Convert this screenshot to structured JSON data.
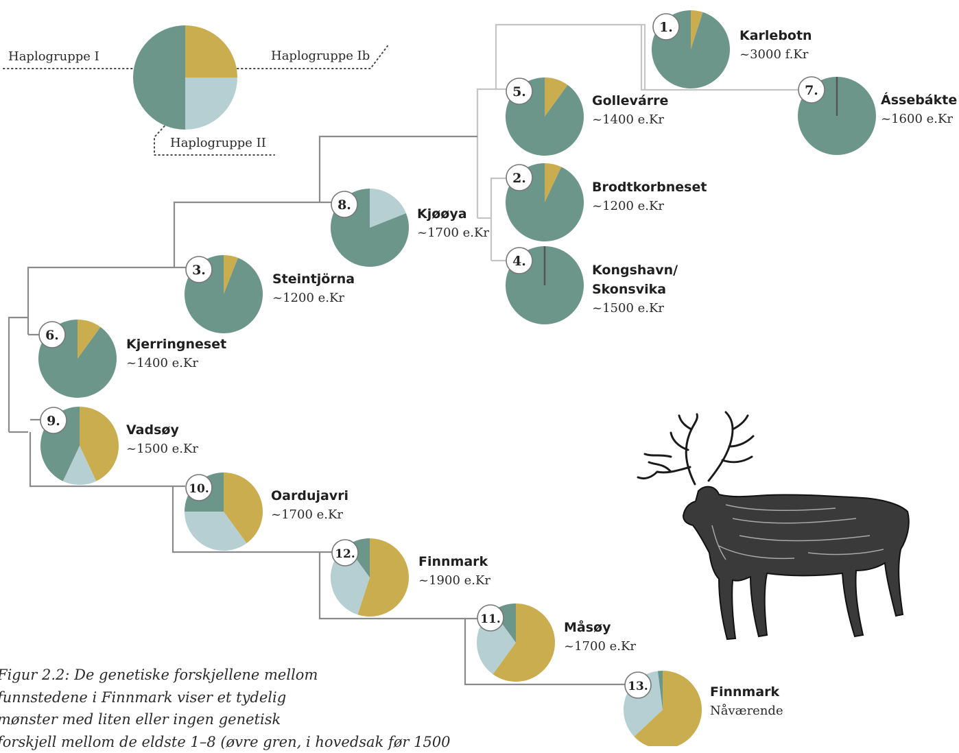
{
  "colors": {
    "haplogroup_I": "#6d968b",
    "haplogroup_Ib": "#c9ad4f",
    "haplogroup_II": "#b5cfd3",
    "line_upper": "#c4c4c4",
    "line_lower": "#8a8a8a",
    "badge_border": "#777777"
  },
  "legend": {
    "haplogroup_I": "Haplogruppe I",
    "haplogroup_Ib": "Haplogruppe Ib",
    "haplogroup_II": "Haplogruppe II",
    "pie": {
      "I": 0.5,
      "Ib": 0.25,
      "II": 0.25
    }
  },
  "sites": [
    {
      "number": "1.",
      "name_lines": [
        "Karlebotn"
      ],
      "date": "~3000 f.Kr",
      "composition": {
        "I": 0.95,
        "Ib": 0.05,
        "II": 0
      }
    },
    {
      "number": "2.",
      "name_lines": [
        "Brodtkorbneset"
      ],
      "date": "~1200 e.Kr",
      "composition": {
        "I": 0.93,
        "Ib": 0.07,
        "II": 0
      }
    },
    {
      "number": "3.",
      "name_lines": [
        "Steintjörna"
      ],
      "date": "~1200 e.Kr",
      "composition": {
        "I": 0.94,
        "Ib": 0.06,
        "II": 0
      }
    },
    {
      "number": "4.",
      "name_lines": [
        "Kongshavn/",
        "Skonsvika"
      ],
      "date": "~1500 e.Kr",
      "composition": {
        "I": 1.0,
        "Ib": 0,
        "II": 0
      }
    },
    {
      "number": "5.",
      "name_lines": [
        "Gollevárre"
      ],
      "date": "~1400 e.Kr",
      "composition": {
        "I": 0.9,
        "Ib": 0.1,
        "II": 0
      }
    },
    {
      "number": "6.",
      "name_lines": [
        "Kjerringneset"
      ],
      "date": "~1400 e.Kr",
      "composition": {
        "I": 0.9,
        "Ib": 0.1,
        "II": 0
      }
    },
    {
      "number": "7.",
      "name_lines": [
        "Ássebákte"
      ],
      "date": "~1600 e.Kr",
      "composition": {
        "I": 1.0,
        "Ib": 0,
        "II": 0
      }
    },
    {
      "number": "8.",
      "name_lines": [
        "Kjøøya"
      ],
      "date": "~1700 e.Kr",
      "composition": {
        "I": 0.81,
        "Ib": 0,
        "II": 0.19
      }
    },
    {
      "number": "9.",
      "name_lines": [
        "Vadsøy"
      ],
      "date": "~1500 e.Kr",
      "composition": {
        "I": 0.43,
        "Ib": 0.43,
        "II": 0.14
      }
    },
    {
      "number": "10.",
      "name_lines": [
        "Oardujavri"
      ],
      "date": "~1700 e.Kr",
      "composition": {
        "I": 0.25,
        "Ib": 0.4,
        "II": 0.35
      }
    },
    {
      "number": "11.",
      "name_lines": [
        "Måsøy"
      ],
      "date": "~1700 e.Kr",
      "composition": {
        "I": 0.1,
        "Ib": 0.6,
        "II": 0.3
      }
    },
    {
      "number": "12.",
      "name_lines": [
        "Finnmark"
      ],
      "date": "~1900 e.Kr",
      "composition": {
        "I": 0.1,
        "Ib": 0.55,
        "II": 0.35
      }
    },
    {
      "number": "13.",
      "name_lines": [
        "Finnmark"
      ],
      "date": "Nåværende",
      "composition": {
        "I": 0.02,
        "Ib": 0.63,
        "II": 0.35
      }
    }
  ],
  "caption": {
    "lines": [
      "Figur 2.2: De genetiske forskjellene mellom",
      "funnstedene i Finnmark viser et tydelig",
      "mønster med liten eller ingen genetisk",
      "forskjell mellom de eldste 1–8 (øvre gren, i hovedsak før 1500"
    ]
  }
}
